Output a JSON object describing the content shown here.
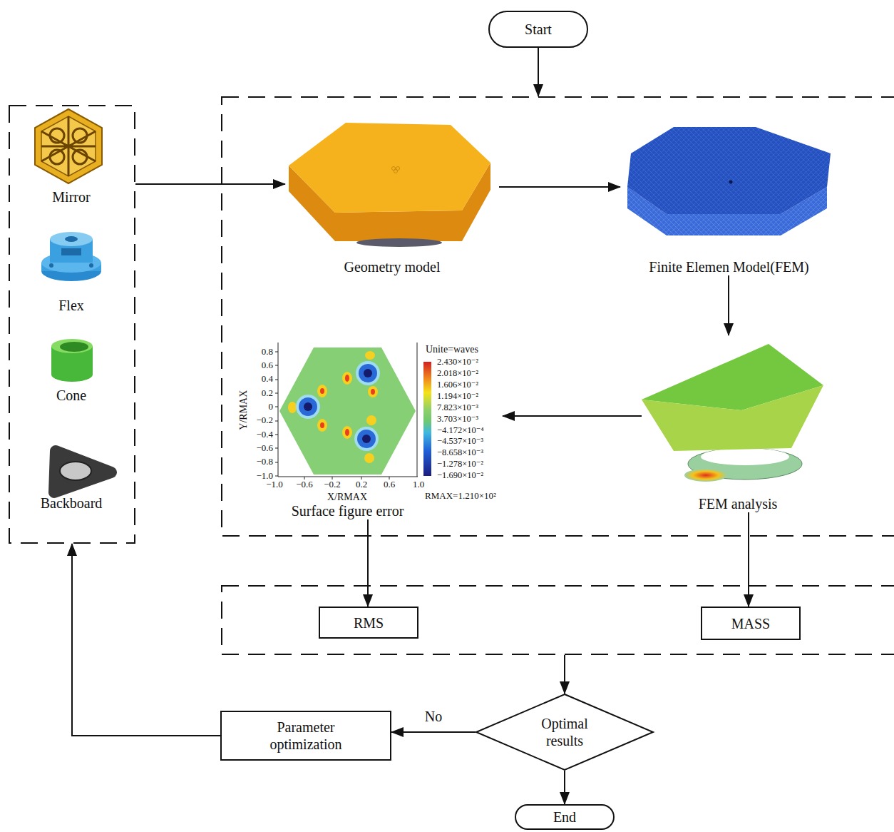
{
  "diagram": {
    "nodes": [
      {
        "text": [
          "Start"
        ]
      },
      {
        "text": []
      },
      {
        "text": [
          "Mirror"
        ],
        "in": 1
      },
      {
        "text": [
          "Flex"
        ],
        "in": 1
      },
      {
        "text": [
          "Cone"
        ],
        "in": 1
      },
      {
        "text": [
          "Backboard"
        ],
        "in": 1
      },
      {
        "text": []
      },
      {
        "text": [
          "Geometry model"
        ],
        "in": 6
      },
      {
        "text": [
          "Finite Elemen Model(FEM)"
        ],
        "in": 6
      },
      {
        "text": [
          "FEM analysis"
        ],
        "in": 6
      },
      {
        "text": [
          "Surface figure error"
        ],
        "in": 6
      },
      {
        "text": []
      },
      {
        "text": [
          "RMS"
        ],
        "in": 11
      },
      {
        "text": [
          "MASS"
        ],
        "in": 11
      },
      {
        "text": [
          "Optimal results"
        ]
      },
      {
        "text": [
          "Parameter optimization"
        ]
      },
      {
        "text": [
          "End"
        ]
      }
    ],
    "edges": [
      {
        "from": 0,
        "to": 6,
        "arrow": "to"
      },
      {
        "from": 1,
        "to": 7,
        "arrow": "to"
      },
      {
        "from": 7,
        "to": 8,
        "arrow": "to"
      },
      {
        "from": 8,
        "to": 9,
        "arrow": "to"
      },
      {
        "from": 9,
        "to": 10,
        "arrow": "to"
      },
      {
        "from": 10,
        "to": 12,
        "arrow": "to"
      },
      {
        "from": 9,
        "to": 13,
        "arrow": "to"
      },
      {
        "from": 11,
        "to": 14,
        "arrow": "to"
      },
      {
        "from": 14,
        "to": 15,
        "label": "No",
        "arrow": "to"
      },
      {
        "from": 15,
        "to": 1,
        "arrow": "to"
      },
      {
        "from": 14,
        "to": 16,
        "arrow": "to"
      }
    ],
    "labels": [
      "Unite=waves",
      "2.430×10⁻²",
      "2.018×10⁻²",
      "1.606×10⁻²",
      "1.194×10⁻²",
      "7.823×10⁻³",
      "3.703×10⁻³",
      "−4.172×10⁻⁴",
      "−4.537×10⁻³",
      "−8.658×10⁻³",
      "−1.278×10⁻²",
      "−1.690×10⁻²",
      "0.8",
      "0.6",
      "0.4",
      "0.2",
      "0",
      "−0.2",
      "−0.4",
      "−0.6",
      "−0.8",
      "−1.0",
      "−1.0",
      "−0.6",
      "−0.2",
      "0.2",
      "0.6",
      "1.0",
      "Y/RMAX",
      "X/RMAX",
      "RMAX=1.210×10²"
    ]
  }
}
